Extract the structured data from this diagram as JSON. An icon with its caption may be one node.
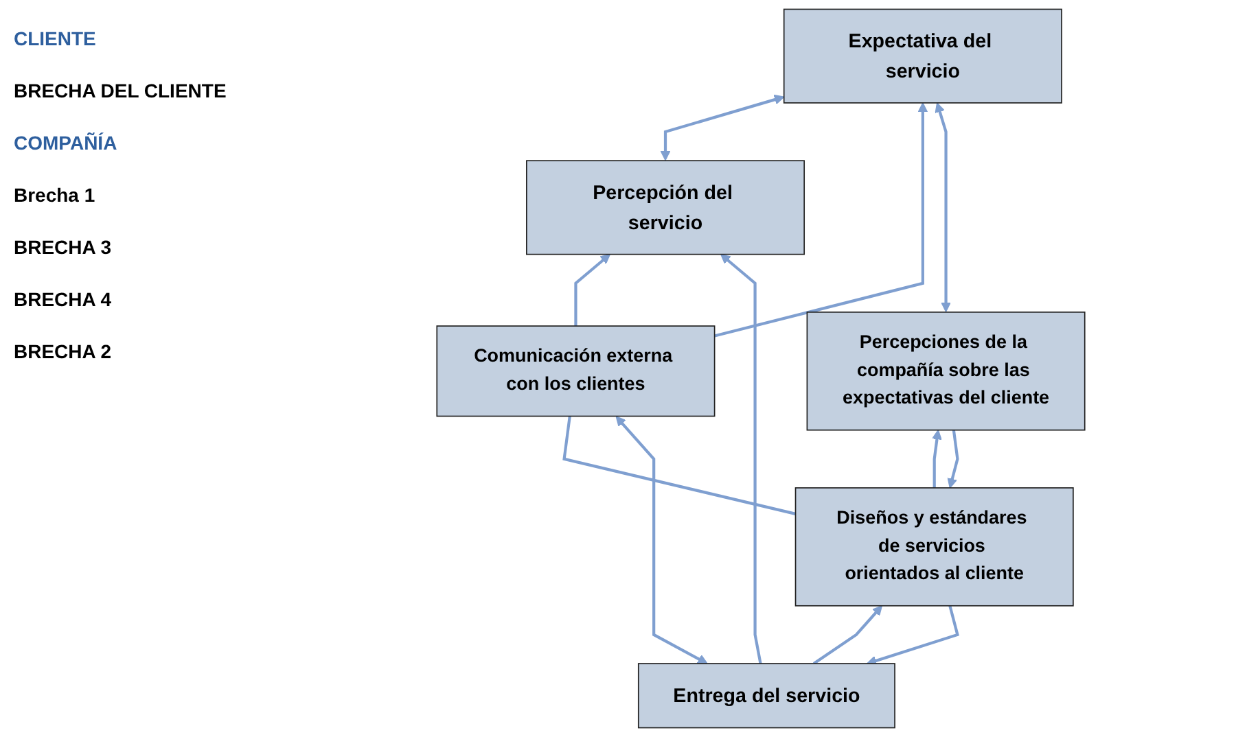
{
  "diagram": {
    "nodes": [
      {
        "text": [
          "Expectativa del servicio"
        ]
      },
      {
        "text": [
          "Percepción del servicio"
        ]
      },
      {
        "text": [
          "Entrega del servicio"
        ]
      },
      {
        "text": [
          "Comunicación externa con los clientes"
        ]
      },
      {
        "text": [
          "Diseños y estándares de servicios orientados al cliente"
        ]
      },
      {
        "text": [
          "Percepciones de la compañía sobre las expectativas del cliente"
        ]
      }
    ],
    "edges": [
      {
        "from": 0,
        "to": 1,
        "arrow": "both"
      },
      {
        "from": 3,
        "to": 0,
        "arrow": "to"
      },
      {
        "from": 3,
        "to": 1,
        "arrow": "to"
      },
      {
        "from": 2,
        "to": 1,
        "arrow": "to"
      },
      {
        "from": 2,
        "to": 3,
        "arrow": "both"
      },
      {
        "from": 2,
        "to": 4,
        "arrow": "to"
      },
      {
        "from": 4,
        "to": 2,
        "arrow": "to"
      },
      {
        "from": 4,
        "to": 3,
        "arrow": "none"
      },
      {
        "from": 4,
        "to": 5,
        "arrow": "to"
      },
      {
        "from": 5,
        "to": 4,
        "arrow": "to"
      },
      {
        "from": 5,
        "to": 0,
        "arrow": "both"
      }
    ],
    "labels": [
      "CLIENTE",
      "BRECHA DEL CLIENTE",
      "COMPAÑÍA",
      "Brecha 1",
      "BRECHA 3",
      "BRECHA 4",
      "BRECHA 2"
    ]
  }
}
